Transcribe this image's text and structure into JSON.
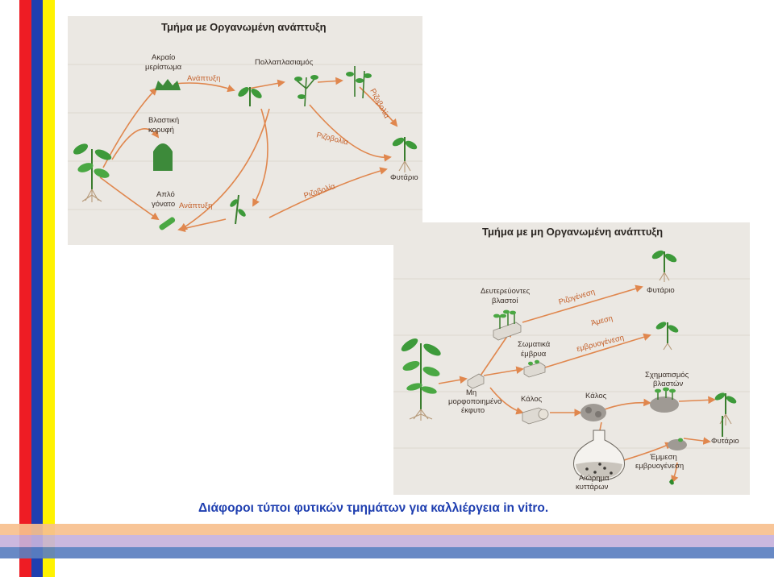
{
  "colors": {
    "stripe_red": "#ee1c24",
    "stripe_blue": "#1f3fb0",
    "stripe_yellow": "#fff200",
    "band_peach": "#f7c08e",
    "band_lavender": "#c7b2dc",
    "band_blue": "#5b7fc0",
    "arrow": "#e0874e",
    "plant": "#3d9a3a",
    "caption": "#1f3fb0"
  },
  "organized": {
    "title": "Τμήμα με Οργανωμένη ανάπτυξη",
    "labels": {
      "apical_meristem": [
        "Ακραίο",
        "μερίστωμα"
      ],
      "shoot_tip": [
        "Βλαστική",
        "κορυφή"
      ],
      "single_node": [
        "Απλό",
        "γόνατο"
      ],
      "growth_1": "Ανάπτυξη",
      "growth_2": "Ανάπτυξη",
      "multiplication": "Πολλαπλασιαμός",
      "rooting_1": "Ριζοβολία",
      "rooting_2": "Ριζοβολία",
      "rooting_3": "Ριζοβολία",
      "plantlet": "Φυτάριο"
    }
  },
  "unorganized": {
    "title": "Τμήμα με μη Οργανωμένη ανάπτυξη",
    "labels": {
      "secondary_shoots": [
        "Δευτερεύοντες",
        "βλαστοί"
      ],
      "root_genesis": "Ριζογένεση",
      "plantlet_1": "Φυτάριο",
      "somatic_embryos": [
        "Σωματικά",
        "έμβρυα"
      ],
      "direct_embryogenesis": [
        "Άμεση",
        "εμβρυογένεση"
      ],
      "undiff_explant": [
        "Μη",
        "μορφοποιημένο",
        "έκφυτο"
      ],
      "callus_small": "Κάλος",
      "callus_large": "Κάλος",
      "shoot_formation": [
        "Σχηματισμός",
        "βλαστών"
      ],
      "plantlet_2": "Φυτάριο",
      "indirect_embryogenesis": [
        "Έμμεση",
        "εμβρυογένεση"
      ],
      "cell_suspension": [
        "Αιώρημα",
        "κυττάρων"
      ]
    }
  },
  "caption": "Διάφοροι τύποι φυτικών τμημάτων για καλλιέργεια in vitro."
}
